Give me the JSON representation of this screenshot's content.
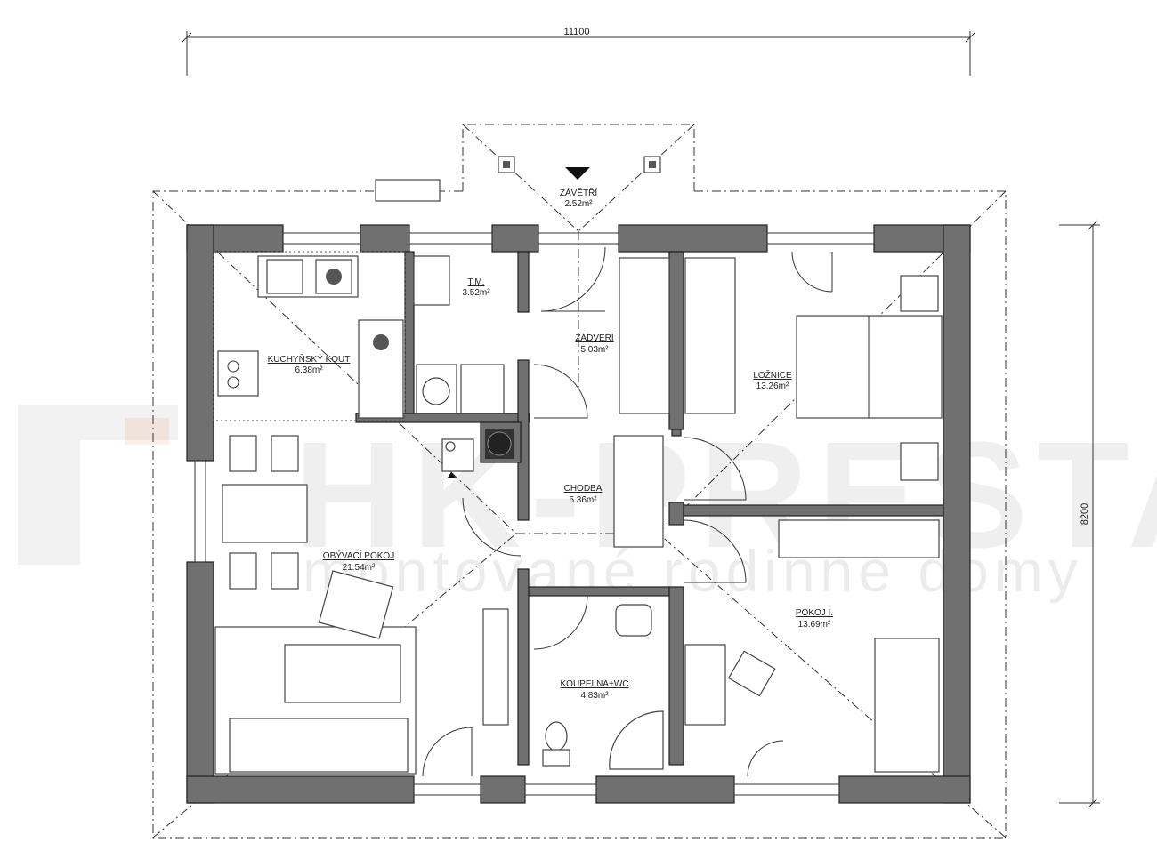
{
  "dimensions": {
    "width": "11100",
    "height": "8200"
  },
  "rooms": [
    {
      "id": "zavetri",
      "name": "ZÁVĚTŘÍ",
      "area": "2.52m²"
    },
    {
      "id": "tm",
      "name": "T.M.",
      "area": "3.52m²"
    },
    {
      "id": "kuchynsky-kout",
      "name": "KUCHYŇSKÝ KOUT",
      "area": "6.38m²"
    },
    {
      "id": "zadveri",
      "name": "ZÁDVEŘÍ",
      "area": "5.03m²"
    },
    {
      "id": "loznice",
      "name": "LOŽNICE",
      "area": "13.26m²"
    },
    {
      "id": "chodba",
      "name": "CHODBA",
      "area": "5.36m²"
    },
    {
      "id": "obyvaci-pokoj",
      "name": "OBÝVACÍ POKOJ",
      "area": "21.54m²"
    },
    {
      "id": "pokoj-1",
      "name": "POKOJ I.",
      "area": "13.69m²"
    },
    {
      "id": "koupelna-wc",
      "name": "KOUPELNA+WC",
      "area": "4.83m²"
    }
  ],
  "watermark": {
    "brand": "HK-PRESTAV",
    "tagline": "montované rodinné domy"
  },
  "colors": {
    "wall": "#707070",
    "line": "#333333"
  }
}
